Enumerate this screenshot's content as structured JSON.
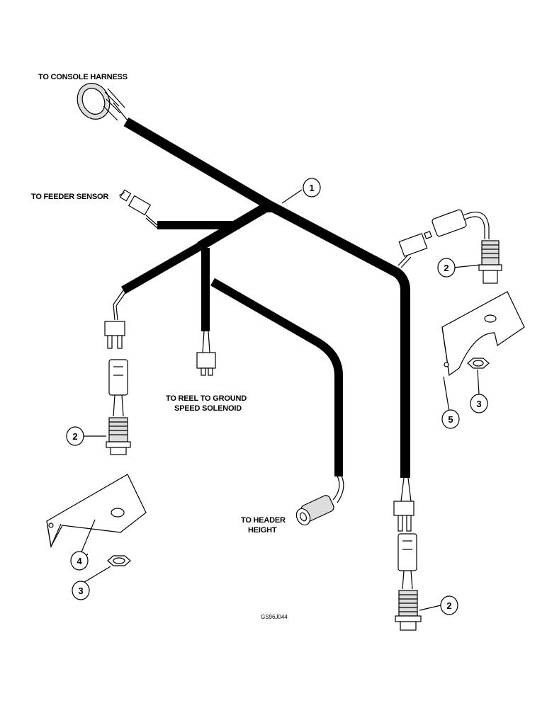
{
  "labels": {
    "console_harness": "TO CONSOLE HARNESS",
    "feeder_sensor": "TO FEEDER SENSOR",
    "reel_line1": "TO REEL TO GROUND",
    "reel_line2": "SPEED SOLENOID",
    "header_line1": "TO HEADER",
    "header_line2": "HEIGHT"
  },
  "callouts": [
    {
      "id": "harness",
      "number": "1"
    },
    {
      "id": "sensor-right",
      "number": "2"
    },
    {
      "id": "sensor-left",
      "number": "2"
    },
    {
      "id": "sensor-bottom",
      "number": "2"
    },
    {
      "id": "nut-right",
      "number": "3"
    },
    {
      "id": "nut-left",
      "number": "3"
    },
    {
      "id": "bracket-left",
      "number": "4"
    },
    {
      "id": "bracket-right",
      "number": "5"
    }
  ],
  "figure_code": "GS96J044"
}
